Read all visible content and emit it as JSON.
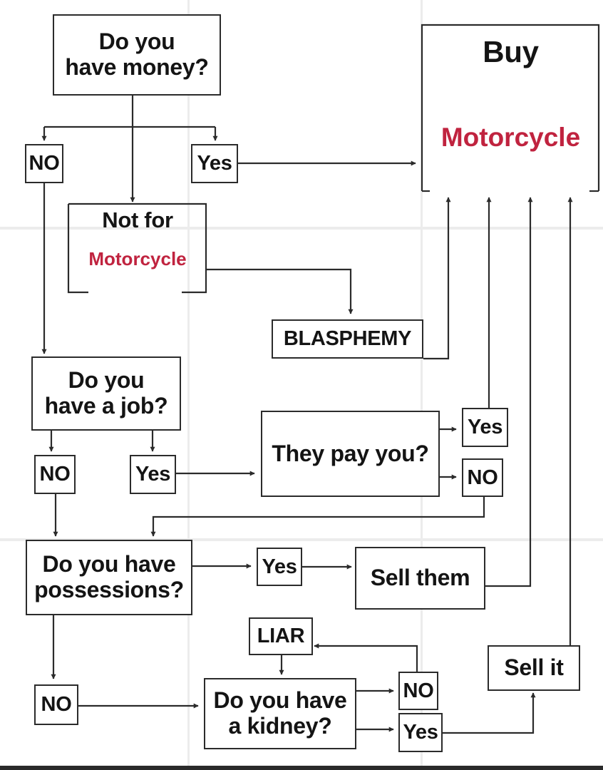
{
  "diagram": {
    "q_money": [
      "Do you",
      "have money?"
    ],
    "money_no": "NO",
    "money_yes": "Yes",
    "not_for": "Not for",
    "not_for_accent": "Motorcycle",
    "blasphemy": "BLASPHEMY",
    "buy": "Buy",
    "buy_accent": "Motorcycle",
    "q_job": [
      "Do you",
      "have a job?"
    ],
    "job_no": "NO",
    "job_yes": "Yes",
    "q_pay": "They pay you?",
    "pay_yes": "Yes",
    "pay_no": "NO",
    "q_possessions": [
      "Do you have",
      "possessions?"
    ],
    "poss_yes": "Yes",
    "sell_them": "Sell them",
    "poss_no": "NO",
    "liar": "LIAR",
    "q_kidney": [
      "Do you have",
      "a kidney?"
    ],
    "kidney_no": "NO",
    "kidney_yes": "Yes",
    "sell_it": "Sell it",
    "accent_color": "#c0233f",
    "line_color": "#2b2b2b"
  }
}
